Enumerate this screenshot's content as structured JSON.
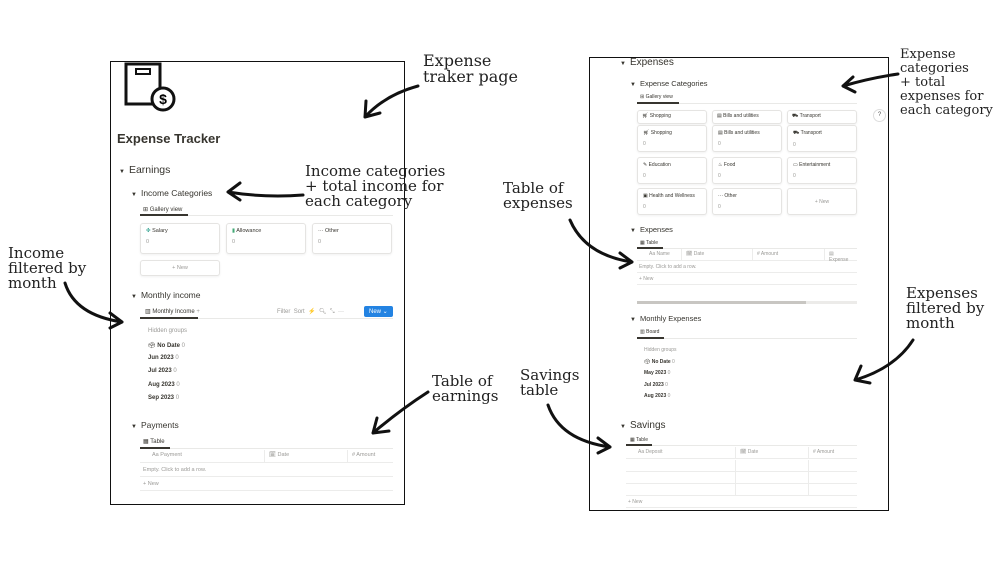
{
  "left_page": {
    "title": "Expense Tracker",
    "earnings": "Earnings",
    "income_categories": {
      "title": "Income Categories",
      "view": "Gallery view",
      "cards": [
        {
          "icon": "🍀",
          "label": "Salary",
          "value": "0"
        },
        {
          "icon": "▮",
          "label": "Allowance",
          "value": "0"
        },
        {
          "icon": "···",
          "label": "Other",
          "value": "0"
        }
      ],
      "new": "+ New"
    },
    "monthly_income": {
      "title": "Monthly income",
      "view": "Monthly Income",
      "toolbar": {
        "filter": "Filter",
        "sort": "Sort",
        "new": "New"
      },
      "hidden_groups": "Hidden groups",
      "groups": [
        {
          "label": "No Date",
          "count": "0"
        },
        {
          "label": "Jun 2023",
          "count": "0"
        },
        {
          "label": "Jul 2023",
          "count": "0"
        },
        {
          "label": "Aug 2023",
          "count": "0"
        },
        {
          "label": "Sep 2023",
          "count": "0"
        }
      ]
    },
    "payments": {
      "title": "Payments",
      "view": "Table",
      "columns": [
        "Aa Payment",
        "Date",
        "# Amount"
      ],
      "empty": "Empty. Click to add a row.",
      "new": "+ New"
    }
  },
  "right_page": {
    "expenses_heading": "Expenses",
    "expense_categories": {
      "title": "Expense Categories",
      "view": "Gallery view",
      "header_cards": [
        "Shopping",
        "Bills and utilities",
        "Transport"
      ],
      "cards": [
        {
          "label": "Shopping",
          "value": "0"
        },
        {
          "label": "Bills and utilities",
          "value": "0"
        },
        {
          "label": "Transport",
          "value": "0"
        },
        {
          "label": "Education",
          "value": "0"
        },
        {
          "label": "Food",
          "value": "0"
        },
        {
          "label": "Entertainment",
          "value": "0"
        },
        {
          "label": "Health and Wellness",
          "value": "0"
        },
        {
          "label": "Other",
          "value": "0"
        }
      ],
      "new": "+ New"
    },
    "help": "?",
    "expenses_table": {
      "title": "Expenses",
      "view": "Table",
      "columns": [
        "Aa Name",
        "Date",
        "# Amount",
        "Expense"
      ],
      "empty": "Empty. Click to add a row.",
      "new": "+ New"
    },
    "monthly_expenses": {
      "title": "Monthly Expenses",
      "view": "Board",
      "hidden_groups": "Hidden groups",
      "groups": [
        {
          "label": "No Date",
          "count": "0"
        },
        {
          "label": "May 2023",
          "count": "0"
        },
        {
          "label": "Jul 2023",
          "count": "0"
        },
        {
          "label": "Aug 2023",
          "count": "0"
        }
      ]
    },
    "savings": {
      "title": "Savings",
      "view": "Table",
      "columns": [
        "Aa Deposit",
        "Date",
        "# Amount"
      ],
      "new": "+ New"
    }
  },
  "annotations": {
    "a1": [
      "Expense",
      "traker page"
    ],
    "a2": [
      "Income categories",
      "+ total income for",
      "each category"
    ],
    "a3": [
      "Income",
      "filtered by",
      "month"
    ],
    "a4": [
      "Table of",
      "earnings"
    ],
    "a5": [
      "Table of",
      "expenses"
    ],
    "a6": [
      "Savings",
      "table"
    ],
    "a7": [
      "Expense",
      "categories",
      "+ total",
      "expenses for",
      "each category"
    ],
    "a8": [
      "Expenses",
      "filtered by",
      "month"
    ]
  },
  "colors": {
    "accent": "#2383e2",
    "border": "#111111"
  }
}
